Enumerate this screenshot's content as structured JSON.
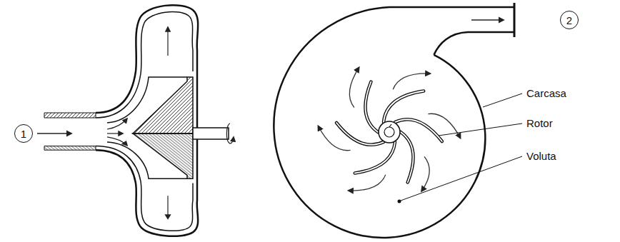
{
  "diagram": {
    "labels": [
      "1",
      "2",
      "Carcasa",
      "Rotor",
      "Voluta"
    ]
  }
}
